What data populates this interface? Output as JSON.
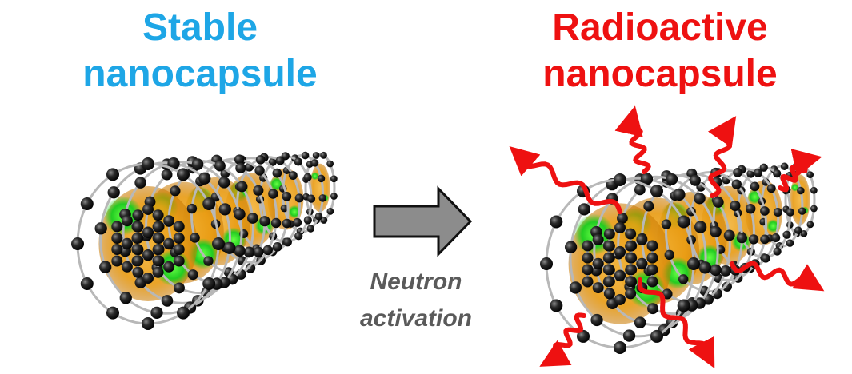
{
  "left": {
    "title_line1": "Stable",
    "title_line2": "nanocapsule",
    "color": "#1ea6e6"
  },
  "right": {
    "title_line1": "Radioactive",
    "title_line2": "nanocapsule",
    "color": "#ee1111"
  },
  "process": {
    "caption_line1": "Neutron",
    "caption_line2": "activation",
    "arrow_color": "#8c8c8c"
  },
  "colors": {
    "carbon_atom": "#2a2a2a",
    "bond": "#b8b8b8",
    "filling_green": "#22cc22",
    "filling_orange": "#e89a10",
    "radiation": "#ee1111"
  }
}
